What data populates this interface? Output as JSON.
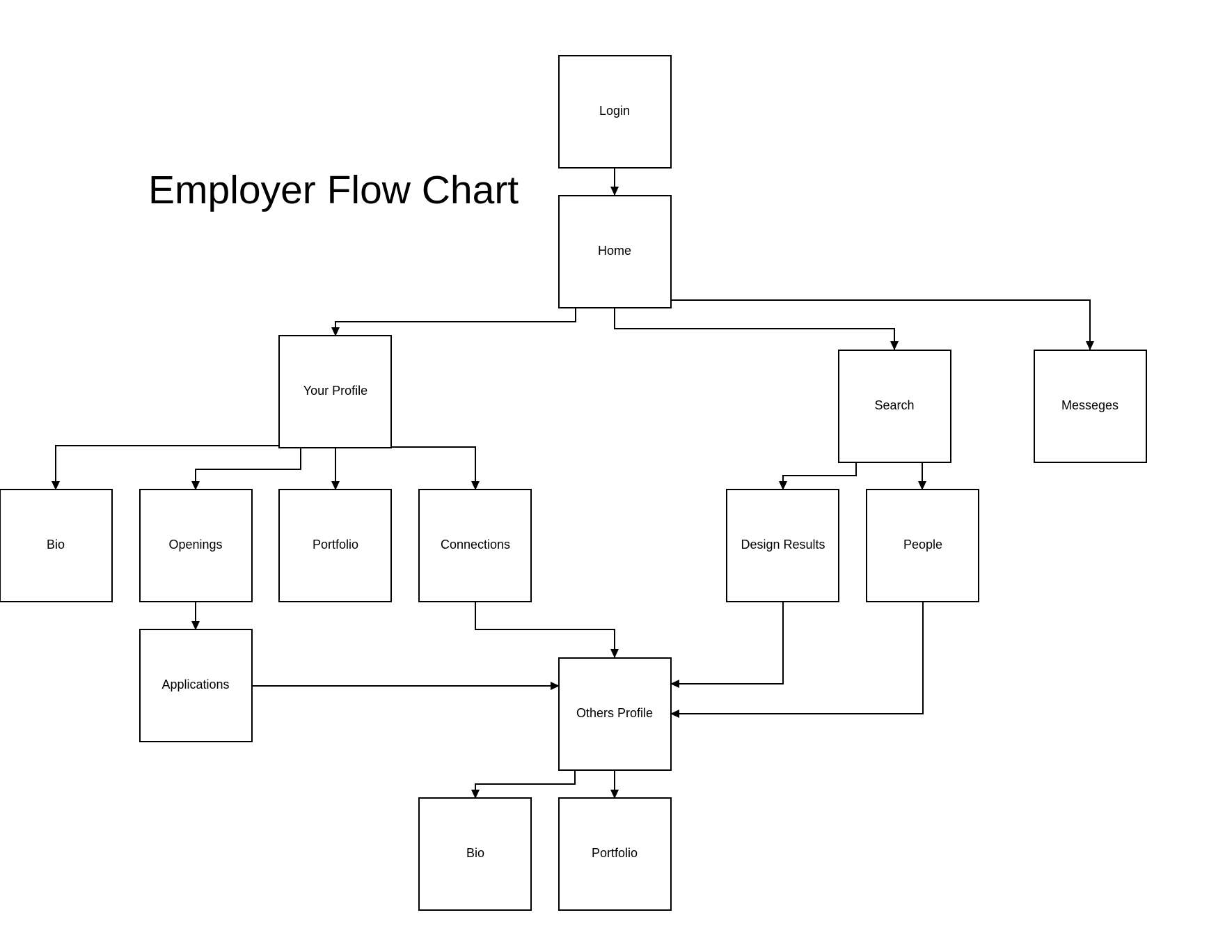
{
  "title": "Employer Flow Chart",
  "colors": {
    "line": "#000000",
    "box_fill": "#ffffff",
    "background": "#ffffff"
  },
  "nodes": {
    "login": "Login",
    "home": "Home",
    "your_profile": "Your Profile",
    "search": "Search",
    "messages": "Messeges",
    "bio": "Bio",
    "openings": "Openings",
    "portfolio": "Portfolio",
    "connections": "Connections",
    "design_results": "Design Results",
    "people": "People",
    "applications": "Applications",
    "others_profile": "Others Profile",
    "others_bio": "Bio",
    "others_portfolio": "Portfolio"
  }
}
